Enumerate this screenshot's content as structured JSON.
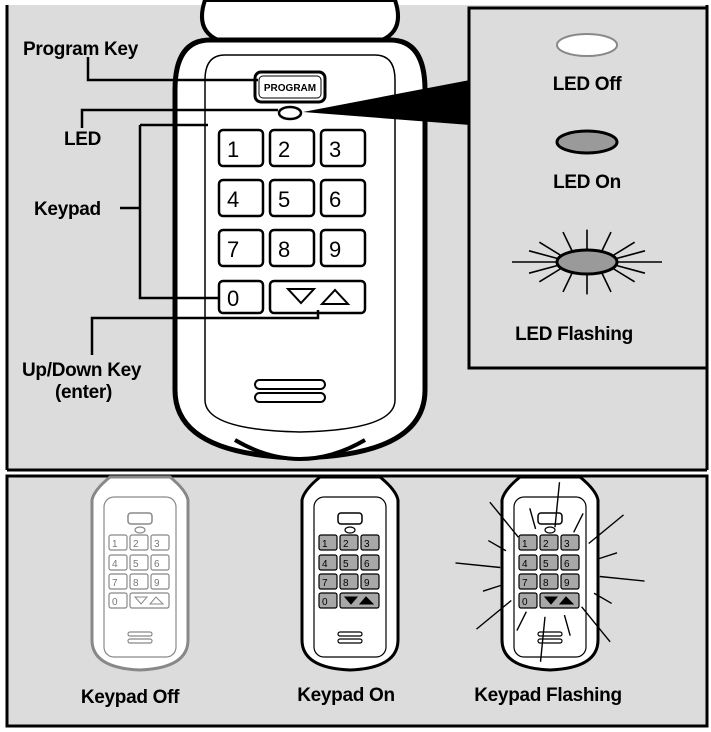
{
  "labels": {
    "program_key": "Program Key",
    "led": "LED",
    "keypad": "Keypad",
    "updown_line1": "Up/Down Key",
    "updown_line2": "(enter)",
    "program_button": "PROGRAM"
  },
  "led_states": {
    "off": "LED Off",
    "on": "LED On",
    "flashing": "LED Flashing"
  },
  "keypad_states": {
    "off": "Keypad Off",
    "on": "Keypad On",
    "flashing": "Keypad Flashing"
  },
  "keys": [
    "1",
    "2",
    "3",
    "4",
    "5",
    "6",
    "7",
    "8",
    "9",
    "0"
  ],
  "colors": {
    "panel_bg": "#dcdcdc",
    "device_body": "#ffffff",
    "led_on_fill": "#9a9a9a",
    "key_lit_fill": "#a8a8a8",
    "outline": "#000000"
  }
}
